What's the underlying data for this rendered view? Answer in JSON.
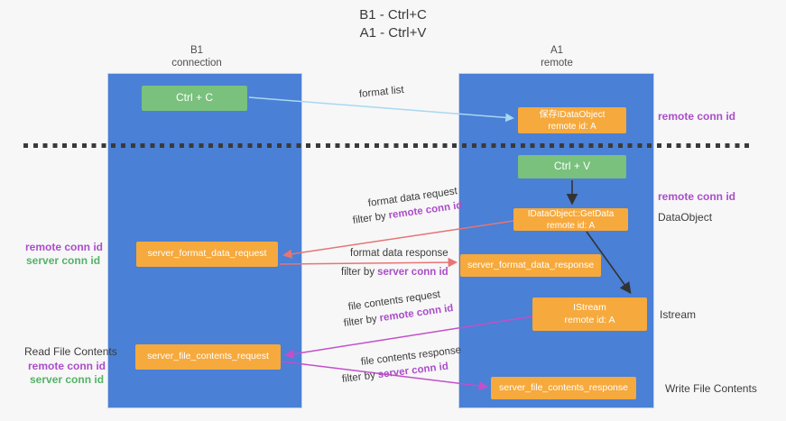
{
  "colors": {
    "background": "#f7f7f8",
    "column_blue": "#4a80d5",
    "box_green": "#79c17c",
    "box_orange": "#f6a93c",
    "arrow_light_blue": "#a9d7f0",
    "arrow_red": "#e87474",
    "arrow_magenta": "#c44fc8",
    "label_purple": "#ab4ec8",
    "label_green": "#54b266"
  },
  "title": {
    "line1": "B1 - Ctrl+C",
    "line2": "A1 - Ctrl+V"
  },
  "lanes": {
    "left": {
      "title": "B1",
      "subtitle": "connection"
    },
    "right": {
      "title": "A1",
      "subtitle": "remote"
    }
  },
  "nodes": {
    "ctrl_c": {
      "label": "Ctrl + C"
    },
    "saved_idataobject": {
      "line1": "保存IDataObject",
      "line2": "remote id: A"
    },
    "ctrl_v": {
      "label": "Ctrl + V"
    },
    "getdata": {
      "line1": "IDataObject::GetData",
      "line2": "remote id: A"
    },
    "format_request": {
      "label": "server_format_data_request"
    },
    "format_response": {
      "label": "server_format_data_response"
    },
    "istream": {
      "line1": "IStream",
      "line2": "remote id: A"
    },
    "file_request": {
      "label": "server_file_contents_request"
    },
    "file_response": {
      "label": "server_file_contents_response"
    }
  },
  "flow_labels": {
    "format_list": "format list",
    "format_data_request": "format data request",
    "format_data_response": "format data response",
    "file_contents_request": "file contents request",
    "file_contents_response": "file contents response",
    "filter_by": "filter by",
    "remote_conn_id": "remote conn id",
    "server_conn_id": "server conn id"
  },
  "annotations": {
    "right_top_remote_conn_id": "remote conn id",
    "right_mid_remote_conn_id": "remote conn id",
    "dataobject": "DataObject",
    "istream": "Istream",
    "write_file_contents": "Write File Contents",
    "read_file_contents": "Read File Contents",
    "left_format_remote_conn_id": "remote conn id",
    "left_format_server_conn_id": "server conn id",
    "left_file_remote_conn_id": "remote conn id",
    "left_file_server_conn_id": "server conn id"
  }
}
